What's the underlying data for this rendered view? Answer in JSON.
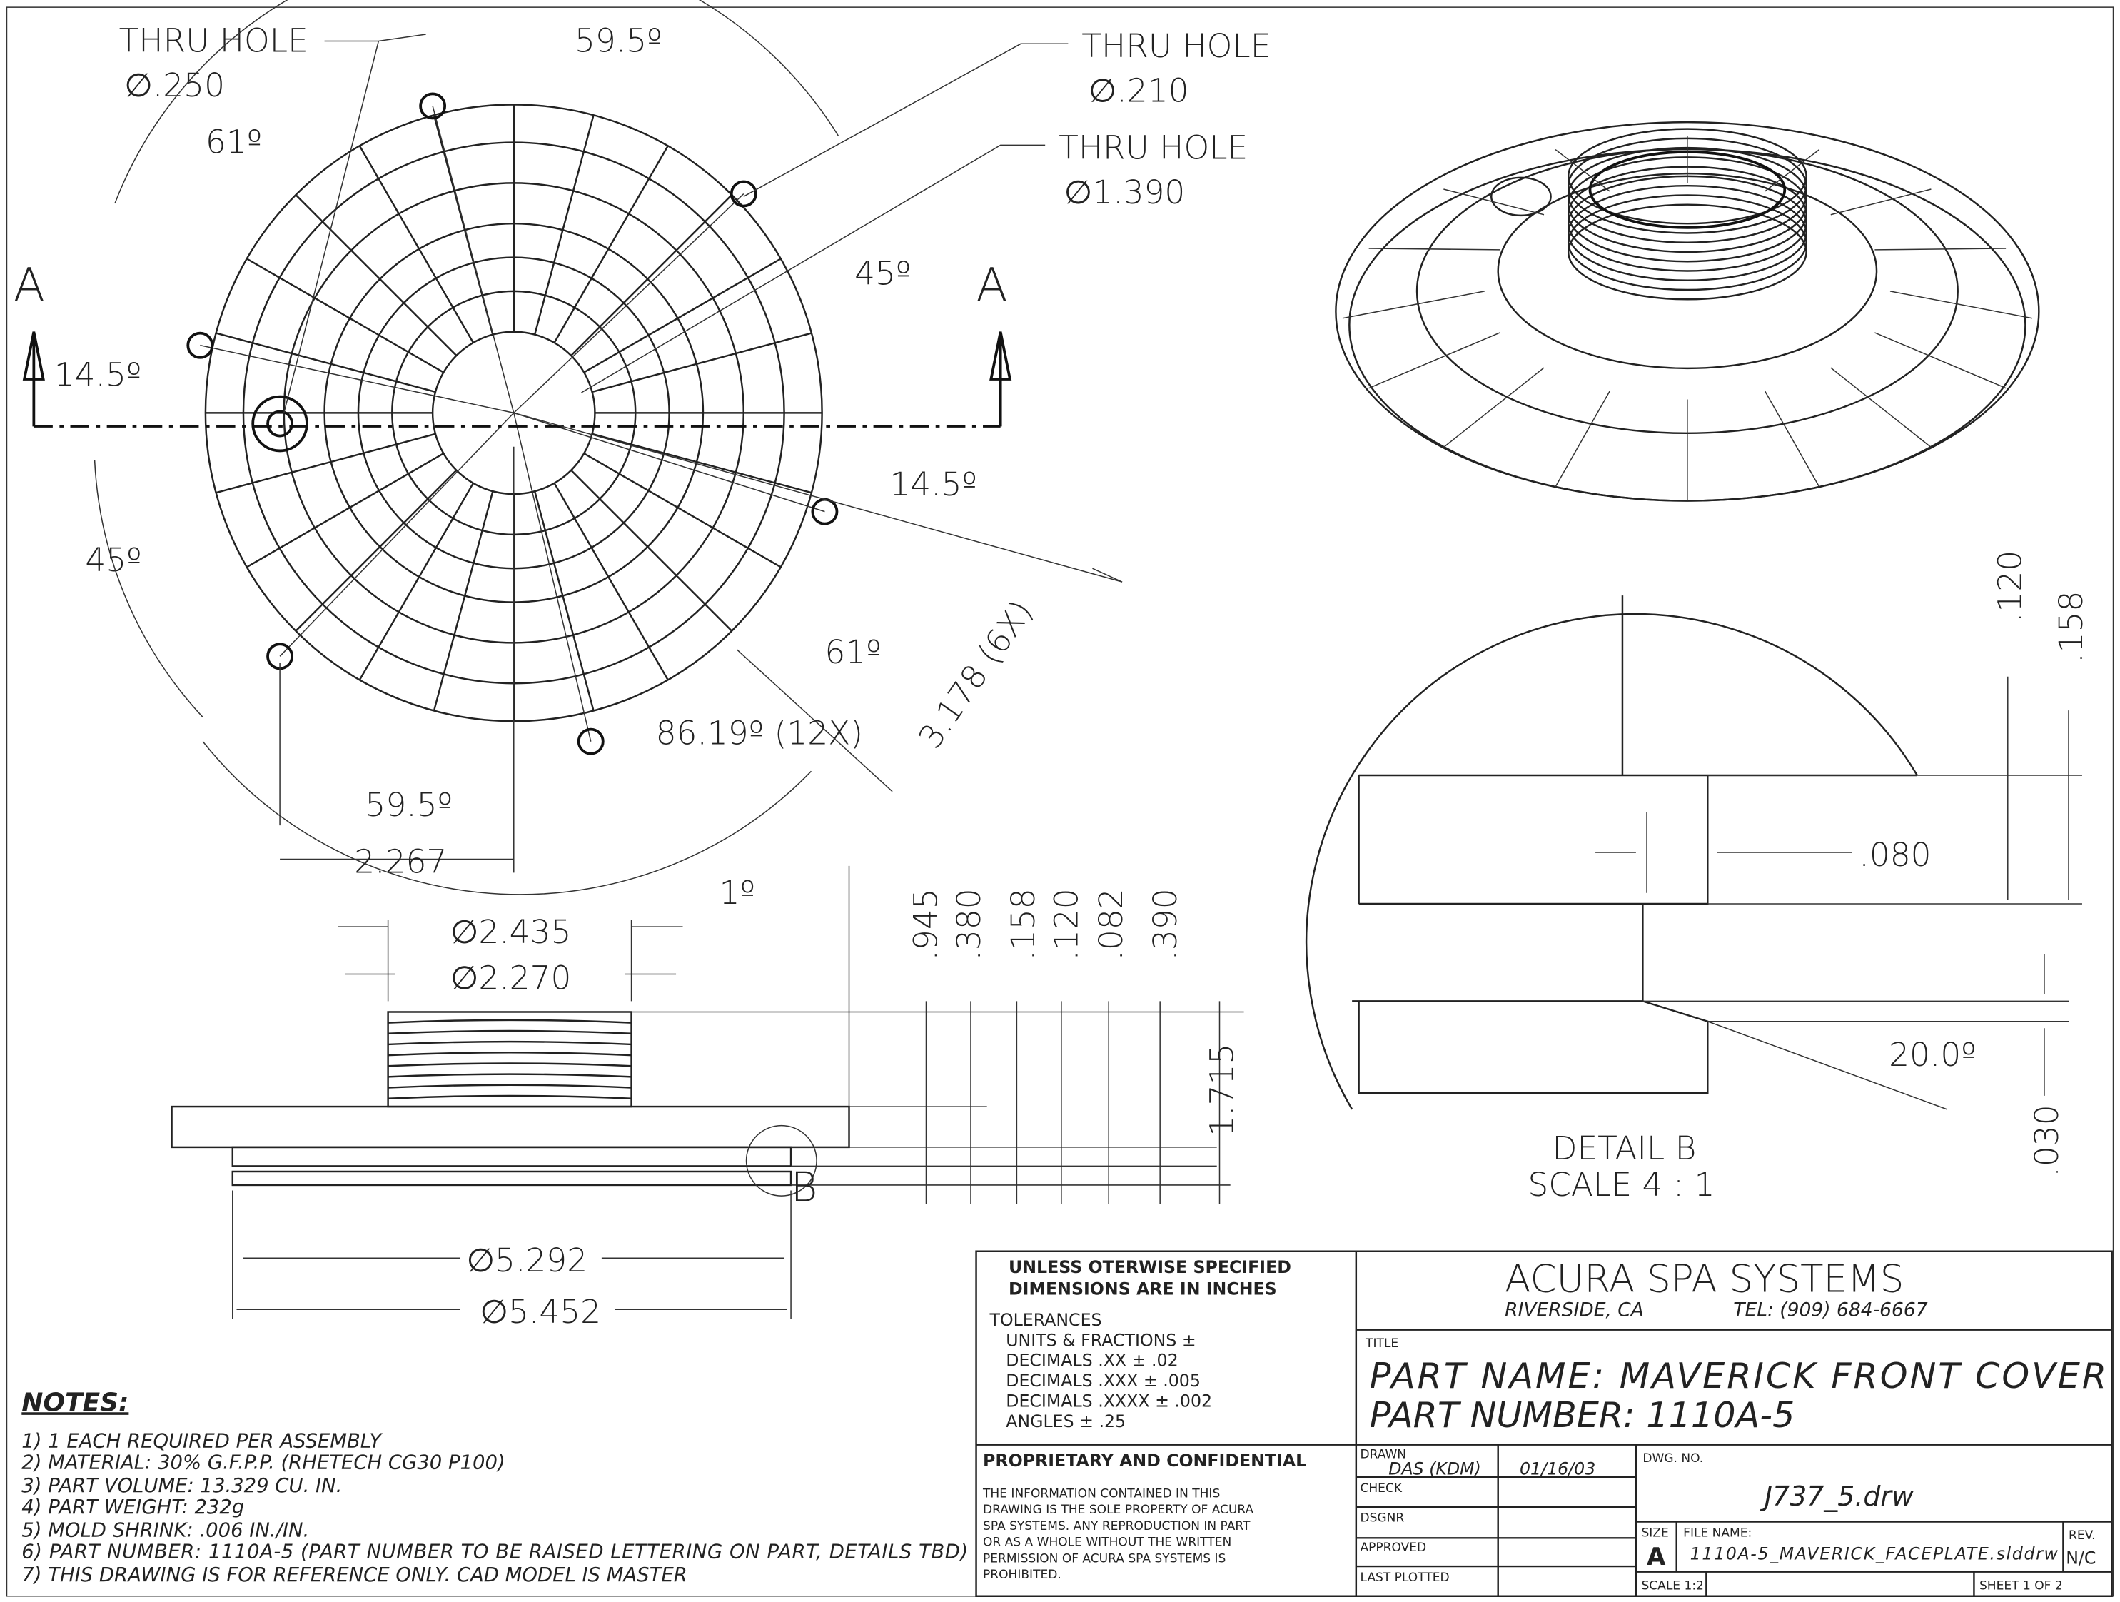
{
  "front_view": {
    "section_label_left": "A",
    "section_label_right": "A",
    "callouts": [
      {
        "line1": "THRU HOLE",
        "line2": "∅.250"
      },
      {
        "line1": "THRU HOLE",
        "line2": "∅.210"
      },
      {
        "line1": "THRU HOLE",
        "line2": "∅1.390"
      }
    ],
    "angles": [
      "59.5º",
      "61º",
      "45º",
      "14.5º",
      "14.5º",
      "45º",
      "61º",
      "86.19º (12X)",
      "59.5º",
      "1º"
    ],
    "bolt_circle": "3.178 (6X)",
    "offset": "2.267"
  },
  "side_view": {
    "diameters": [
      "∅2.435",
      "∅2.270",
      "∅5.292",
      "∅5.452"
    ],
    "heights": [
      ".945",
      ".380",
      ".158",
      ".120",
      ".082",
      ".390",
      "1.715"
    ],
    "detail_callout": "B"
  },
  "detail_b": {
    "dims": [
      ".120",
      ".158",
      ".080",
      "20.0º",
      ".030"
    ],
    "title": "DETAIL B",
    "scale": "SCALE 4 : 1"
  },
  "notes": {
    "heading": "NOTES:",
    "items": [
      "1) 1 EACH REQUIRED PER ASSEMBLY",
      "2) MATERIAL: 30% G.F.P.P. (RHETECH CG30 P100)",
      "3) PART VOLUME: 13.329 CU. IN.",
      "4) PART WEIGHT: 232g",
      "5) MOLD SHRINK: .006 IN./IN.",
      "6) PART NUMBER: 1110A-5 (PART NUMBER TO BE RAISED LETTERING ON PART, DETAILS TBD)",
      "7) THIS DRAWING IS FOR REFERENCE ONLY. CAD MODEL IS MASTER"
    ]
  },
  "title_block": {
    "spec_line1": "UNLESS OTERWISE SPECIFIED",
    "spec_line2": "DIMENSIONS ARE IN INCHES",
    "tolerances_label": "TOLERANCES",
    "tolerances": [
      "UNITS & FRACTIONS ±",
      "DECIMALS .XX ± .02",
      "DECIMALS .XXX ± .005",
      "DECIMALS .XXXX ± .002",
      "ANGLES ± .25"
    ],
    "proprietary_heading": "PROPRIETARY AND CONFIDENTIAL",
    "proprietary_text": [
      "THE INFORMATION CONTAINED IN THIS",
      "DRAWING IS THE SOLE PROPERTY OF ACURA",
      "SPA SYSTEMS.  ANY REPRODUCTION IN PART",
      "OR AS A WHOLE WITHOUT THE WRITTEN",
      "PERMISSION OF ACURA SPA SYSTEMS IS",
      "PROHIBITED."
    ],
    "company": "ACURA SPA SYSTEMS",
    "city": "RIVERSIDE, CA",
    "phone": "TEL: (909) 684-6667",
    "title_label": "TITLE",
    "part_name": "PART NAME:  MAVERICK FRONT COVER",
    "part_number": "PART NUMBER: 1110A-5",
    "drawn_label": "DRAWN",
    "drawn_by": "DAS (KDM)",
    "drawn_date": "01/16/03",
    "check_label": "CHECK",
    "dsgnr_label": "DSGNR",
    "approved_label": "APPROVED",
    "last_plotted_label": "LAST PLOTTED",
    "dwg_no_label": "DWG. NO.",
    "dwg_no": "J737_5.drw",
    "size_label": "SIZE",
    "size": "A",
    "file_name_label": "FILE NAME:",
    "file_name": "1110A-5_MAVERICK_FACEPLATE.slddrw",
    "rev_label": "REV.",
    "rev": "N/C",
    "scale": "SCALE 1:2",
    "sheet": "SHEET 1 OF 2"
  }
}
